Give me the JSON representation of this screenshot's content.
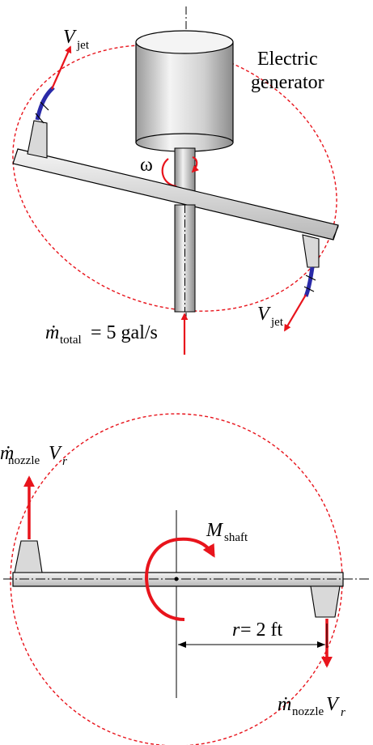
{
  "top": {
    "generator_label_line1": "Electric",
    "generator_label_line2": "generator",
    "omega_symbol": "ω",
    "vjet_top": {
      "main": "V",
      "sub": "jet"
    },
    "vjet_bottom": {
      "main": "V",
      "sub": "jet"
    },
    "mass_flow": {
      "main": "ṁ",
      "sub": "total",
      "value": " = 5 gal/s"
    }
  },
  "bottom": {
    "left_flow": {
      "m": "ṁ",
      "sub": "nozzle",
      "v": "V",
      "vsub": "r"
    },
    "right_flow": {
      "m": "ṁ",
      "sub": "nozzle",
      "v": "V",
      "vsub": "r"
    },
    "moment": {
      "main": "M",
      "sub": "shaft"
    },
    "radius": {
      "main": "r",
      "value": " = 2 ft"
    }
  },
  "colors": {
    "arrow": "#e8141c",
    "dashed_circle": "#e8141c",
    "nozzle_fill": "#d9d9d9",
    "jet_blue": "#2a2aa8"
  }
}
